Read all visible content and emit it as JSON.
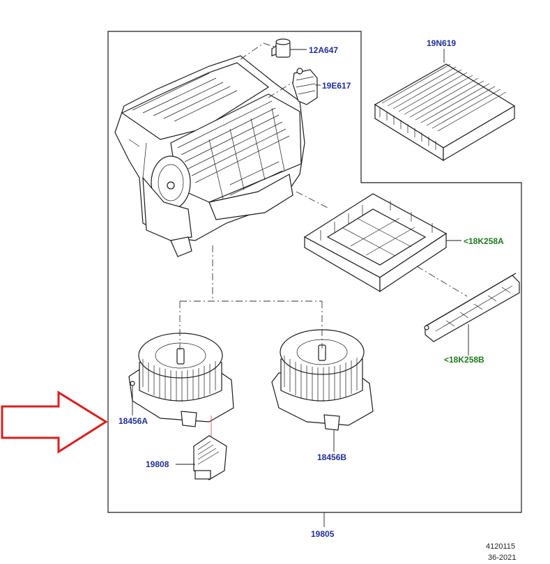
{
  "labels": {
    "p12A647": "12A647",
    "p19E617": "19E617",
    "p19N619": "19N619",
    "p18K258A": "<18K258A",
    "p18K258B": "<18K258B",
    "p18456A": "18456A",
    "p18456B": "18456B",
    "p19808": "19808",
    "p19805": "19805"
  },
  "footer": {
    "line1": "4120115",
    "line2": "36-2021"
  },
  "colors": {
    "part_number_blue": "#1f2e9a",
    "accessory_green": "#1d7a1d",
    "highlight_arrow_red": "#d92020"
  }
}
